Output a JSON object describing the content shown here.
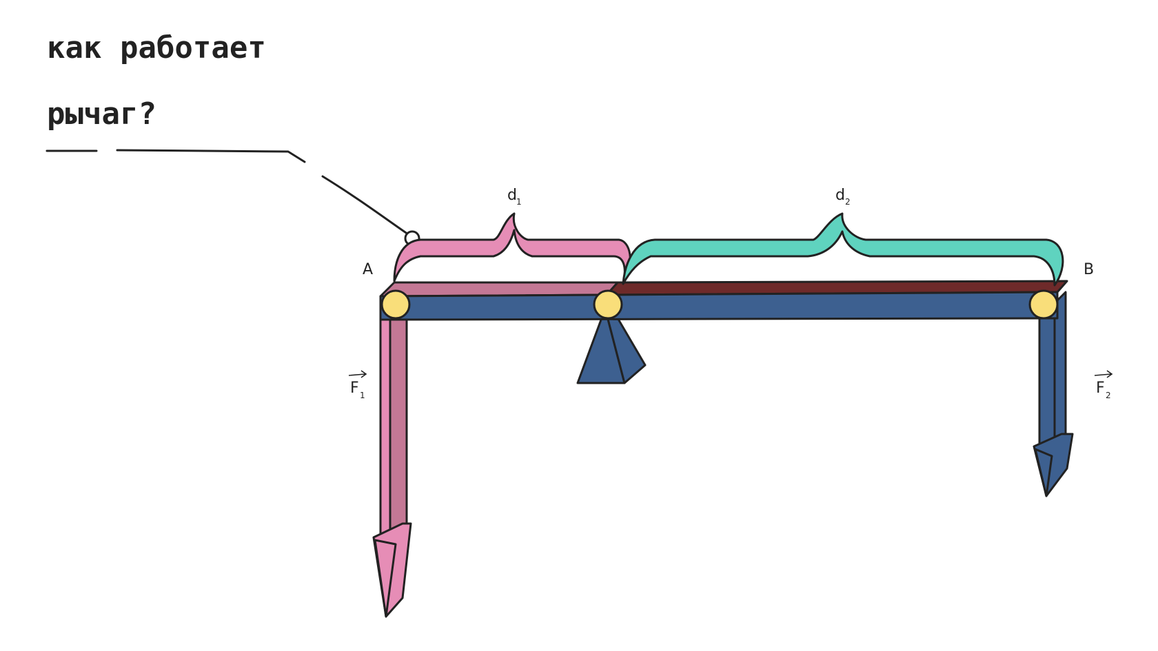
{
  "title": {
    "line1": "как работает",
    "line2": "рычаг?"
  },
  "labels": {
    "point_a": "A",
    "point_b": "B",
    "d1_letter": "d",
    "d1_sub": "1",
    "d2_letter": "d",
    "d2_sub": "2",
    "f1_letter": "F",
    "f1_sub": "1",
    "f2_letter": "F",
    "f2_sub": "2"
  },
  "colors": {
    "beam_blue": "#3d6090",
    "pink": "#e68db6",
    "pink_dark": "#c47895",
    "teal": "#5fd3bf",
    "maroon": "#6e2a2a",
    "joint_yellow": "#f9de7a",
    "outline": "#222222"
  },
  "icons": {
    "force_arrow": "vector-arrow-icon"
  }
}
